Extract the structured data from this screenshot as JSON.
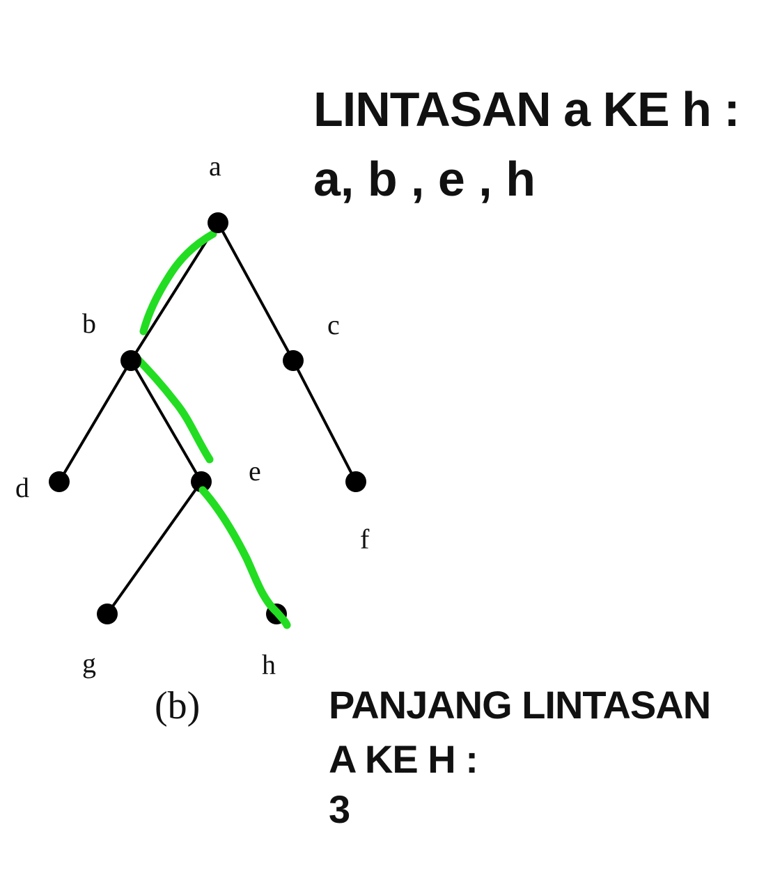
{
  "tree": {
    "nodes": [
      {
        "id": "a",
        "label": "a"
      },
      {
        "id": "b",
        "label": "b"
      },
      {
        "id": "c",
        "label": "c"
      },
      {
        "id": "d",
        "label": "d"
      },
      {
        "id": "e",
        "label": "e"
      },
      {
        "id": "f",
        "label": "f"
      },
      {
        "id": "g",
        "label": "g"
      },
      {
        "id": "h",
        "label": "h"
      }
    ],
    "edges": [
      [
        "a",
        "b"
      ],
      [
        "a",
        "c"
      ],
      [
        "b",
        "d"
      ],
      [
        "b",
        "e"
      ],
      [
        "c",
        "f"
      ],
      [
        "e",
        "g"
      ],
      [
        "e",
        "h"
      ]
    ],
    "highlighted_path": [
      "a",
      "b",
      "e",
      "h"
    ],
    "caption": "(b)",
    "highlight_color": "#22dd22",
    "edge_color": "#000000"
  },
  "annotations": {
    "path_title": "LINTASAN a KE h :",
    "path_sequence": "a, b , e , h",
    "length_title_line1": "PANJANG LINTASAN",
    "length_title_line2": "A KE H :",
    "length_value": "3"
  }
}
